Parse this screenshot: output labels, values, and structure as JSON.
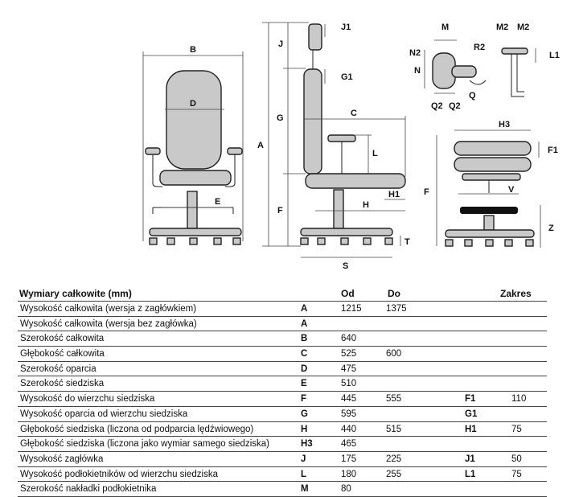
{
  "figure": {
    "labels": {
      "B": "B",
      "D": "D",
      "E": "E",
      "A": "A",
      "J": "J",
      "G": "G",
      "F": "F",
      "J1": "J1",
      "G1": "G1",
      "C": "C",
      "L": "L",
      "H": "H",
      "H1": "H1",
      "S": "S",
      "T": "T",
      "M": "M",
      "N2": "N2",
      "N": "N",
      "R2": "R2",
      "Q2a": "Q2",
      "Q2b": "Q2",
      "Q": "Q",
      "M2a": "M2",
      "M2b": "M2",
      "L1": "L1",
      "H3": "H3",
      "F1": "F1",
      "F_right": "F",
      "V": "V",
      "Z": "Z"
    }
  },
  "table": {
    "title": "Wymiary całkowite (mm)",
    "col_from": "Od",
    "col_to": "Do",
    "col_range": "Zakres",
    "rows": [
      {
        "name": "Wysokość całkowita (wersja z zagłówkiem)",
        "code": "A",
        "from": "1215",
        "to": "1375",
        "rcode": "",
        "rval": ""
      },
      {
        "name": "Wysokość całkowita (wersja bez zagłówka)",
        "code": "A",
        "from": "",
        "to": "",
        "rcode": "",
        "rval": ""
      },
      {
        "name": "Szerokość całkowita",
        "code": "B",
        "from": "640",
        "to": "",
        "rcode": "",
        "rval": ""
      },
      {
        "name": "Głębokość całkowita",
        "code": "C",
        "from": "525",
        "to": "600",
        "rcode": "",
        "rval": ""
      },
      {
        "name": "Szerokość oparcia",
        "code": "D",
        "from": "475",
        "to": "",
        "rcode": "",
        "rval": ""
      },
      {
        "name": "Szerokość siedziska",
        "code": "E",
        "from": "510",
        "to": "",
        "rcode": "",
        "rval": ""
      },
      {
        "name": "Wysokość do wierzchu siedziska",
        "code": "F",
        "from": "445",
        "to": "555",
        "rcode": "F1",
        "rval": "110"
      },
      {
        "name": "Wysokość oparcia od wierzchu siedziska",
        "code": "G",
        "from": "595",
        "to": "",
        "rcode": "G1",
        "rval": ""
      },
      {
        "name": "Głębokość siedziska (liczona od podparcia lędźwiowego)",
        "code": "H",
        "from": "440",
        "to": "515",
        "rcode": "H1",
        "rval": "75"
      },
      {
        "name": "Głębokość siedziska (liczona jako wymiar samego siedziska)",
        "code": "H3",
        "from": "465",
        "to": "",
        "rcode": "",
        "rval": ""
      },
      {
        "name": "Wysokość zagłówka",
        "code": "J",
        "from": "175",
        "to": "225",
        "rcode": "J1",
        "rval": "50"
      },
      {
        "name": "Wysokość podłokietników od wierzchu siedziska",
        "code": "L",
        "from": "180",
        "to": "255",
        "rcode": "L1",
        "rval": "75"
      },
      {
        "name": "Szerokość nakładki podłokietnika",
        "code": "M",
        "from": "80",
        "to": "",
        "rcode": "",
        "rval": ""
      }
    ]
  }
}
